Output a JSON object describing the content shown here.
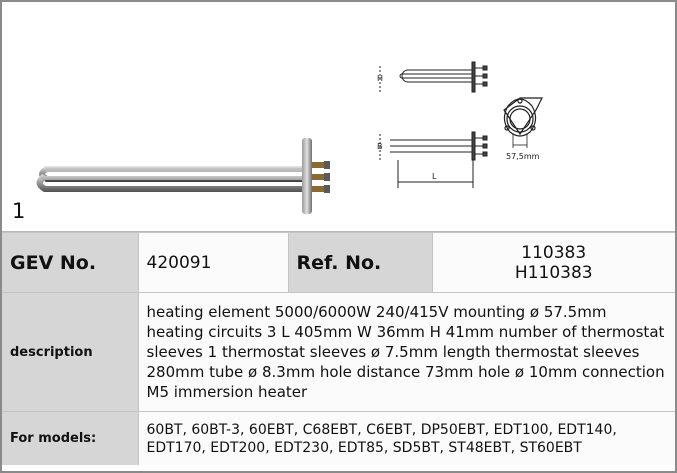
{
  "image_panel": {
    "index_label": "1",
    "dimension_labels": {
      "h": "H",
      "b": "B",
      "l": "L",
      "flange": "57,5mm"
    }
  },
  "table": {
    "gev_label": "GEV No.",
    "gev_value": "420091",
    "ref_label": "Ref. No.",
    "ref_values": [
      "110383",
      "H110383"
    ],
    "description_label": "description",
    "description_text": "heating element  5000/6000W 240/415V mounting ø 57.5mm heating circuits 3 L 405mm W 36mm H 41mm number of thermostat sleeves 1 thermostat sleeves ø 7.5mm length thermostat sleeves 280mm tube ø 8.3mm hole distance 73mm hole ø 10mm connection M5 immersion heater",
    "models_label": "For models:",
    "models_text": "60BT, 60BT-3, 60EBT, C68EBT, C6EBT, DP50EBT, EDT100, EDT140, EDT170, EDT200, EDT230, EDT85, SD5BT, ST48EBT, ST60EBT"
  }
}
